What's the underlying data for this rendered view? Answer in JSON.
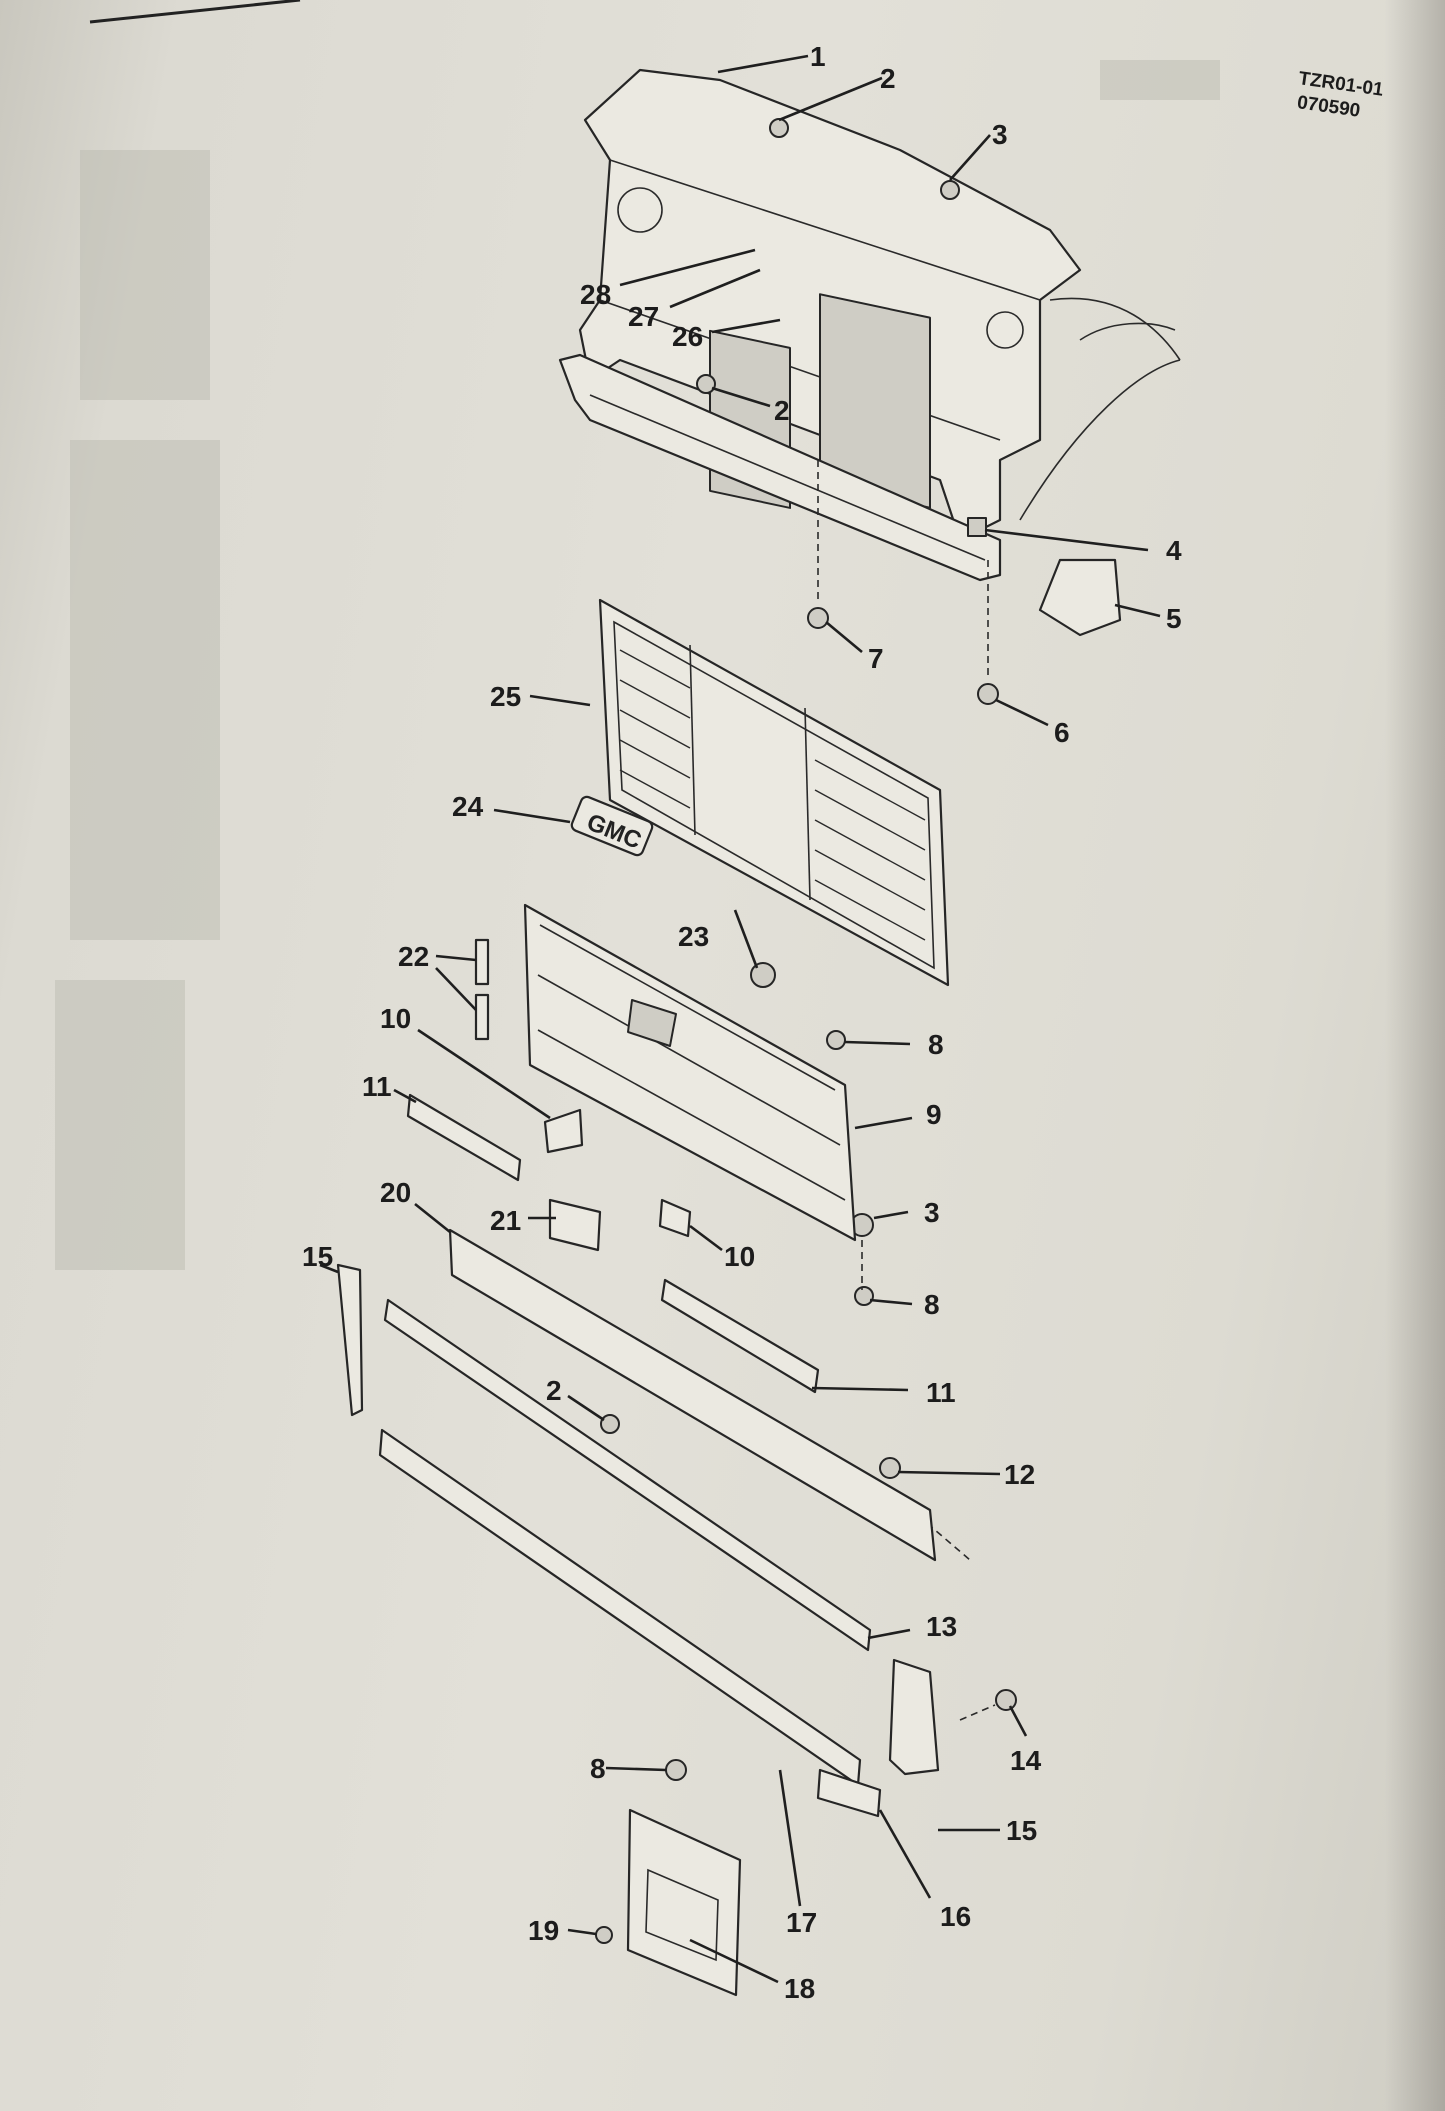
{
  "drawing_code": [
    "TZR01-01",
    "070590"
  ],
  "callouts": [
    {
      "id": "c1",
      "text": "1"
    },
    {
      "id": "c2a",
      "text": "2"
    },
    {
      "id": "c3a",
      "text": "3"
    },
    {
      "id": "c28",
      "text": "28"
    },
    {
      "id": "c27",
      "text": "27"
    },
    {
      "id": "c26",
      "text": "26"
    },
    {
      "id": "c2b",
      "text": "2"
    },
    {
      "id": "c4",
      "text": "4"
    },
    {
      "id": "c5",
      "text": "5"
    },
    {
      "id": "c7",
      "text": "7"
    },
    {
      "id": "c6",
      "text": "6"
    },
    {
      "id": "c25",
      "text": "25"
    },
    {
      "id": "c24",
      "text": "24"
    },
    {
      "id": "c23",
      "text": "23"
    },
    {
      "id": "c22",
      "text": "22"
    },
    {
      "id": "c10a",
      "text": "10"
    },
    {
      "id": "c8a",
      "text": "8"
    },
    {
      "id": "c9",
      "text": "9"
    },
    {
      "id": "c11a",
      "text": "11"
    },
    {
      "id": "c20",
      "text": "20"
    },
    {
      "id": "c21",
      "text": "21"
    },
    {
      "id": "c10b",
      "text": "10"
    },
    {
      "id": "c3b",
      "text": "3"
    },
    {
      "id": "c15a",
      "text": "15"
    },
    {
      "id": "c8b",
      "text": "8"
    },
    {
      "id": "c11b",
      "text": "11"
    },
    {
      "id": "c2c",
      "text": "2"
    },
    {
      "id": "c12",
      "text": "12"
    },
    {
      "id": "c13",
      "text": "13"
    },
    {
      "id": "c14",
      "text": "14"
    },
    {
      "id": "c15b",
      "text": "15"
    },
    {
      "id": "c8c",
      "text": "8"
    },
    {
      "id": "c16",
      "text": "16"
    },
    {
      "id": "c17",
      "text": "17"
    },
    {
      "id": "c19",
      "text": "19"
    },
    {
      "id": "c18",
      "text": "18"
    }
  ],
  "emblem_text": "GMC"
}
